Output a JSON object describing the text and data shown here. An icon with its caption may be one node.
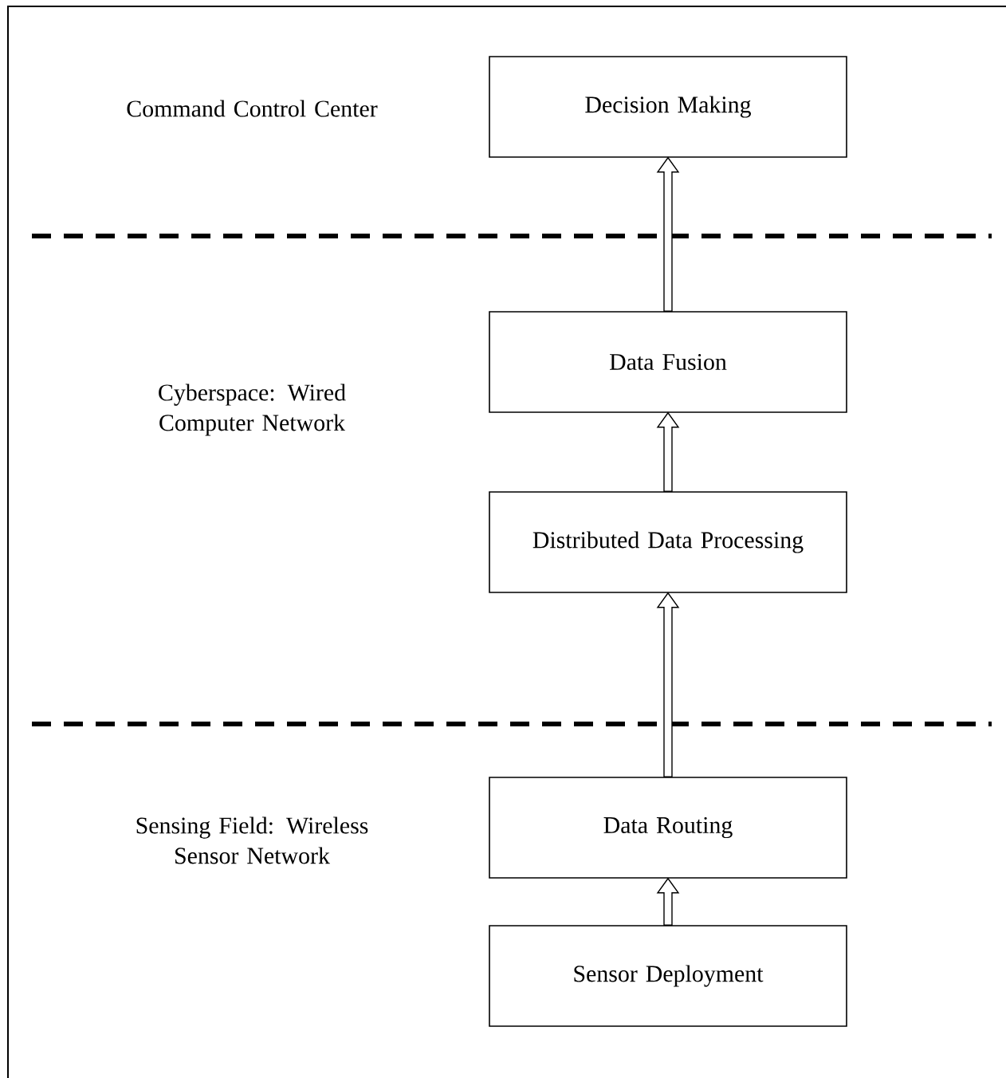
{
  "diagram": {
    "nodes": [
      {
        "text": [
          "Decision Making"
        ]
      },
      {
        "text": [
          "Data Fusion"
        ]
      },
      {
        "text": [
          "Distributed Data Processing"
        ]
      },
      {
        "text": [
          "Data Routing"
        ]
      },
      {
        "text": [
          "Sensor Deployment"
        ]
      }
    ],
    "edges": [
      {
        "from": 1,
        "to": 0,
        "arrow": "to"
      },
      {
        "from": 2,
        "to": 1,
        "arrow": "to"
      },
      {
        "from": 3,
        "to": 2,
        "arrow": "to"
      },
      {
        "from": 4,
        "to": 3,
        "arrow": "to"
      }
    ],
    "labels": [
      "Command Control Center",
      "Cyberspace: Wired Computer Network",
      "Sensing Field: Wireless Sensor Network"
    ]
  }
}
